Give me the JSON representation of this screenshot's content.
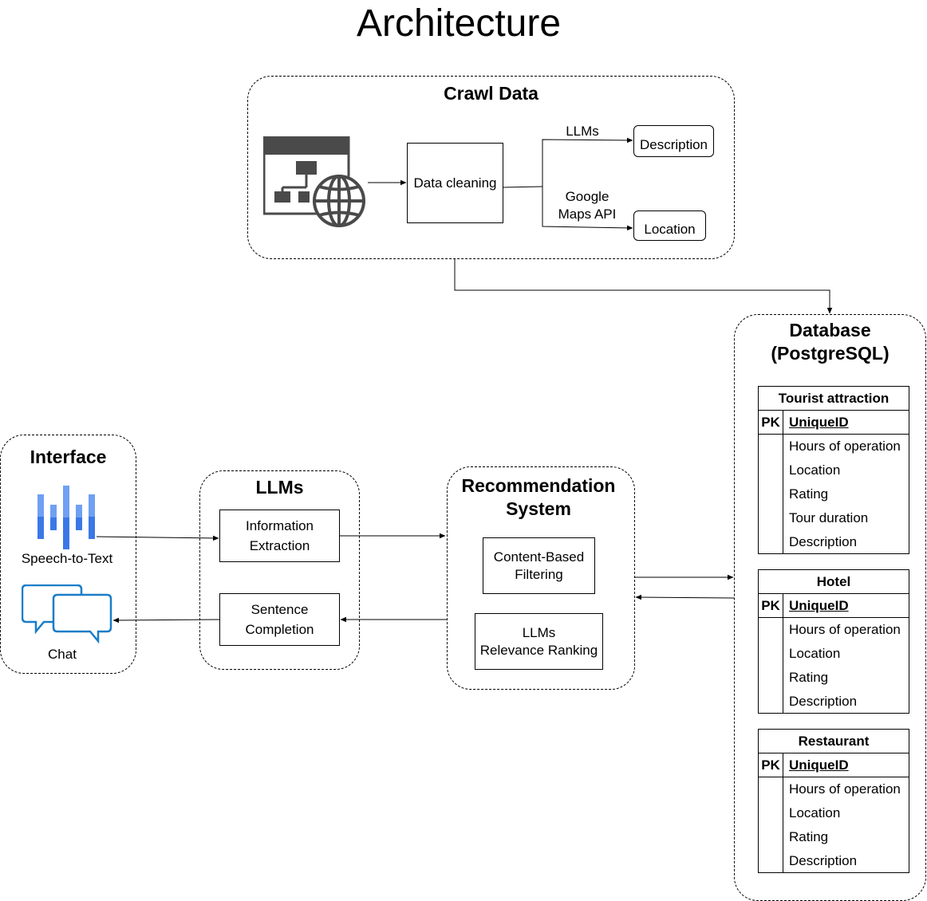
{
  "title": "Architecture",
  "crawl": {
    "title": "Crawl Data",
    "cleaning": "Data cleaning",
    "llm_label": "LLMs",
    "maps_label": "Google\nMaps API",
    "description": "Description",
    "location": "Location",
    "icon": "web-crawler-icon"
  },
  "database": {
    "title": "Database\n(PostgreSQL)",
    "tables": [
      {
        "name": "Tourist attraction",
        "pk": "PK",
        "key": "UniqueID",
        "fields": [
          "Hours of operation",
          "Location",
          "Rating",
          "Tour duration",
          "Description"
        ]
      },
      {
        "name": "Hotel",
        "pk": "PK",
        "key": "UniqueID",
        "fields": [
          "Hours of operation",
          "Location",
          "Rating",
          "Description"
        ]
      },
      {
        "name": "Restaurant",
        "pk": "PK",
        "key": "UniqueID",
        "fields": [
          "Hours of operation",
          "Location",
          "Rating",
          "Description"
        ]
      }
    ]
  },
  "interface": {
    "title": "Interface",
    "speech": "Speech-to-Text",
    "chat": "Chat",
    "speech_icon": "speech-to-text-icon",
    "chat_icon": "chat-bubbles-icon"
  },
  "llms": {
    "title": "LLMs",
    "extraction": "Information\nExtraction",
    "completion": "Sentence\nCompletion"
  },
  "recommendation": {
    "title": "Recommendation\nSystem",
    "content": "Content-Based\nFiltering",
    "ranking": "LLMs\nRelevance Ranking"
  },
  "colors": {
    "line": "#000000",
    "icon_gray": "#4a4a4a",
    "speech_blue": "#4285f4",
    "chat_blue": "#1a7dc7"
  }
}
